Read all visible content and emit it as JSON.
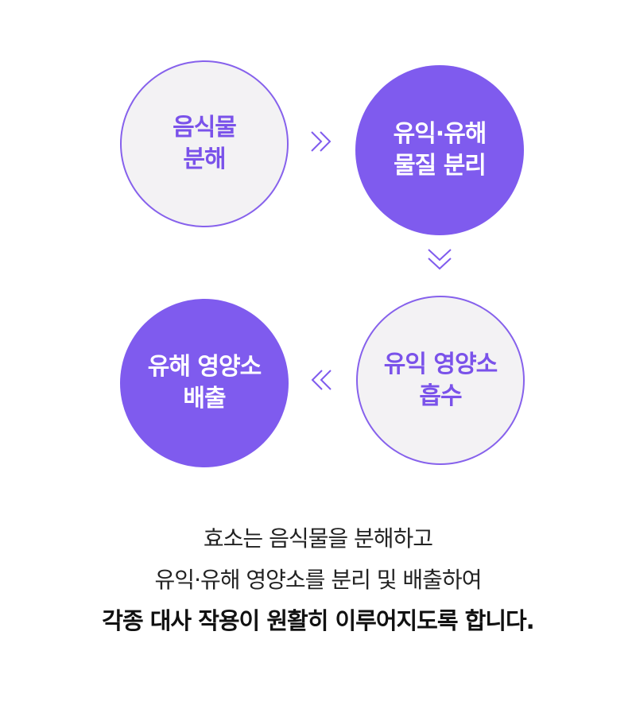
{
  "steps": {
    "s1": {
      "line1": "음식물",
      "line2": "분해"
    },
    "s2": {
      "line1": "유익·유해",
      "line2": "물질 분리"
    },
    "s3": {
      "line1": "유익 영양소",
      "line2": "흡수"
    },
    "s4": {
      "line1": "유해 영양소",
      "line2": "배출"
    }
  },
  "caption": {
    "line1": "효소는 음식물을 분해하고",
    "line2": "유익·유해 영양소를 분리 및 배출하여",
    "line3": "각종 대사 작용이 원활히 이루어지도록 합니다."
  },
  "colors": {
    "accent": "#7f5bee",
    "outline_fill": "#f3f2f4",
    "text_dark": "#222222"
  }
}
